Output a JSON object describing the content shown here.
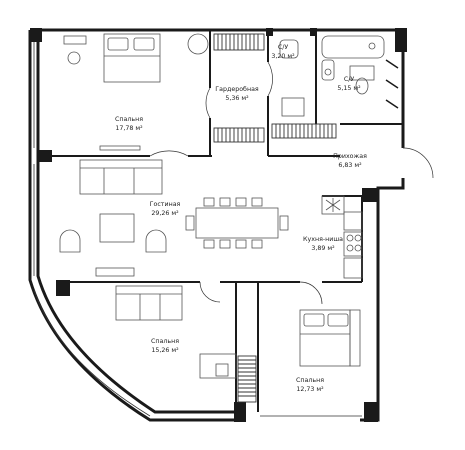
{
  "rooms": [
    {
      "key": "bedroom1",
      "name": "Спальня",
      "area": "17,78 м²"
    },
    {
      "key": "wardrobe",
      "name": "Гардеробная",
      "area": "5,36 м²"
    },
    {
      "key": "wc1",
      "name": "С/У",
      "area": "3,20 м²"
    },
    {
      "key": "wc2",
      "name": "С/У",
      "area": "5,15 м²"
    },
    {
      "key": "hall",
      "name": "Прихожая",
      "area": "6,83 м²"
    },
    {
      "key": "living",
      "name": "Гостиная",
      "area": "29,26 м²"
    },
    {
      "key": "kitchen",
      "name": "Кухня-ниша",
      "area": "3,89 м²"
    },
    {
      "key": "bedroom2",
      "name": "Спальня",
      "area": "15,26 м²"
    },
    {
      "key": "bedroom3",
      "name": "Спальня",
      "area": "12,73 м²"
    }
  ],
  "colors": {
    "wall": "#1a1a1a",
    "line": "#333333",
    "furniture": "#555555",
    "background": "#ffffff"
  }
}
